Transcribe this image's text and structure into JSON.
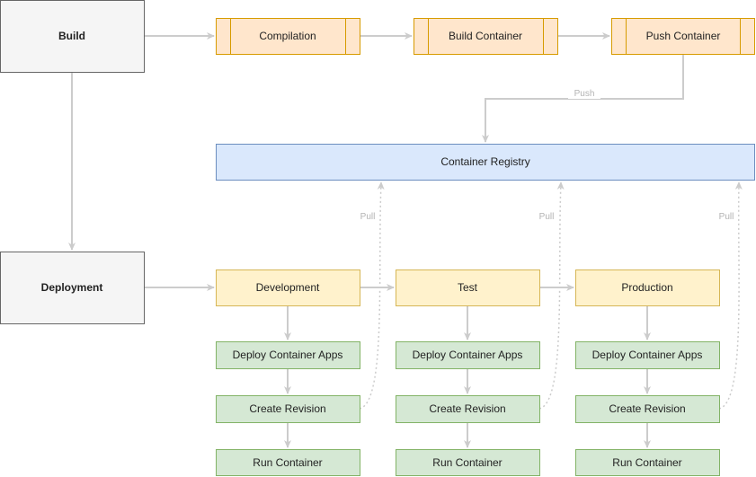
{
  "nodes": {
    "build": {
      "label": "Build"
    },
    "deployment": {
      "label": "Deployment"
    },
    "compilation": {
      "label": "Compilation"
    },
    "build_container": {
      "label": "Build Container"
    },
    "push_container": {
      "label": "Push Container"
    },
    "registry": {
      "label": "Container Registry"
    },
    "environments": [
      {
        "label": "Development",
        "steps": [
          "Deploy Container Apps",
          "Create Revision",
          "Run Container"
        ]
      },
      {
        "label": "Test",
        "steps": [
          "Deploy Container Apps",
          "Create Revision",
          "Run Container"
        ]
      },
      {
        "label": "Production",
        "steps": [
          "Deploy Container Apps",
          "Create Revision",
          "Run Container"
        ]
      }
    ]
  },
  "edge_labels": {
    "push": "Push",
    "pull": "Pull"
  },
  "colors": {
    "stage_fill": "#f5f5f5",
    "stage_stroke": "#666666",
    "process_fill": "#ffe6cc",
    "process_stroke": "#d79b00",
    "registry_fill": "#dae8fc",
    "registry_stroke": "#6c8ebf",
    "env_fill": "#fff2cc",
    "env_stroke": "#d6b656",
    "step_fill": "#d5e8d4",
    "step_stroke": "#82b366",
    "edge": "#cccccc"
  }
}
